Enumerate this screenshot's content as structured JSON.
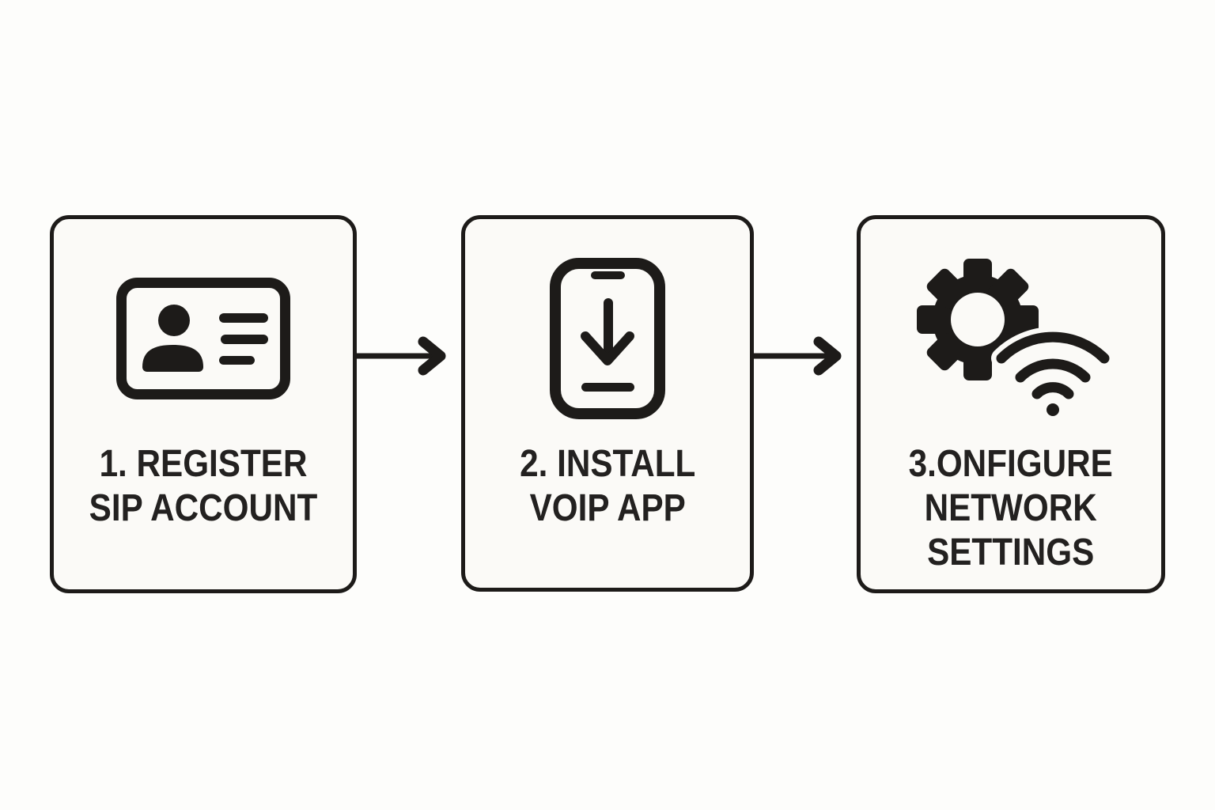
{
  "diagram": {
    "type": "flowchart-horizontal",
    "steps": [
      {
        "id": 1,
        "icon": "id-card-icon",
        "lines": [
          "1. REGISTER",
          "SIP ACCOUNT"
        ]
      },
      {
        "id": 2,
        "icon": "phone-download-icon",
        "lines": [
          "2. INSTALL",
          "VOIP APP"
        ]
      },
      {
        "id": 3,
        "icon": "gear-wifi-icon",
        "lines": [
          "3.ONFIGURE",
          "NETWORK",
          "SETTINGS"
        ]
      }
    ],
    "connectors": [
      {
        "from": 1,
        "to": 2,
        "type": "arrow-right"
      },
      {
        "from": 2,
        "to": 3,
        "type": "arrow-right"
      }
    ],
    "colors": {
      "ink": "#1d1b19",
      "text": "#232120",
      "card_bg": "#fbfaf7",
      "page_bg": "#fdfdfb"
    }
  }
}
